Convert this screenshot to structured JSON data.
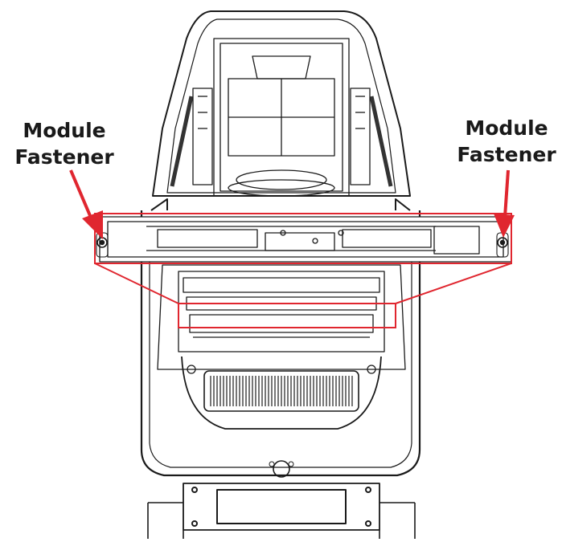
{
  "callouts": {
    "left": {
      "line1": "Module",
      "line2": "Fastener"
    },
    "right": {
      "line1": "Module",
      "line2": "Fastener"
    }
  },
  "colors": {
    "highlight": "#e0262f",
    "drawing": "#1a1a1a",
    "background": "#ffffff"
  },
  "icons": {
    "left_arrow": "arrow-down-right-icon",
    "right_arrow": "arrow-down-icon"
  }
}
